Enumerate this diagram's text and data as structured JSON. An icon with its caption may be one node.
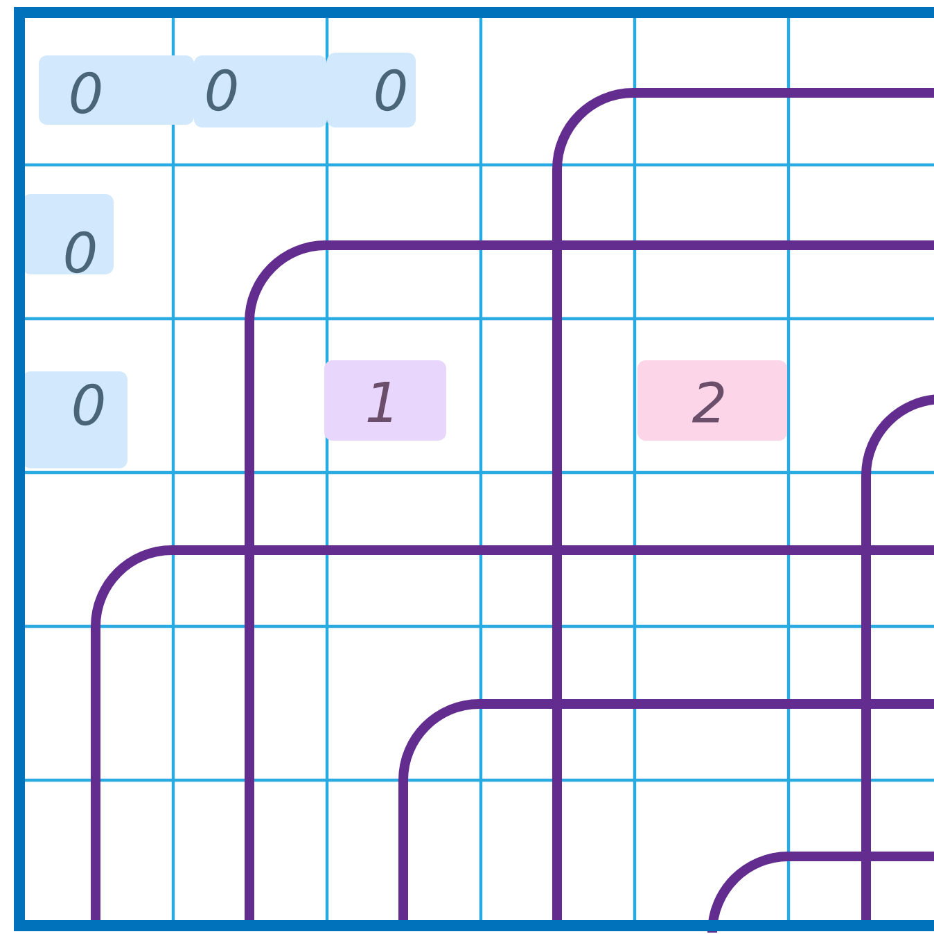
{
  "diagram": {
    "labels": [
      "0",
      "0",
      "0",
      "0",
      "0",
      "1",
      "2"
    ]
  }
}
